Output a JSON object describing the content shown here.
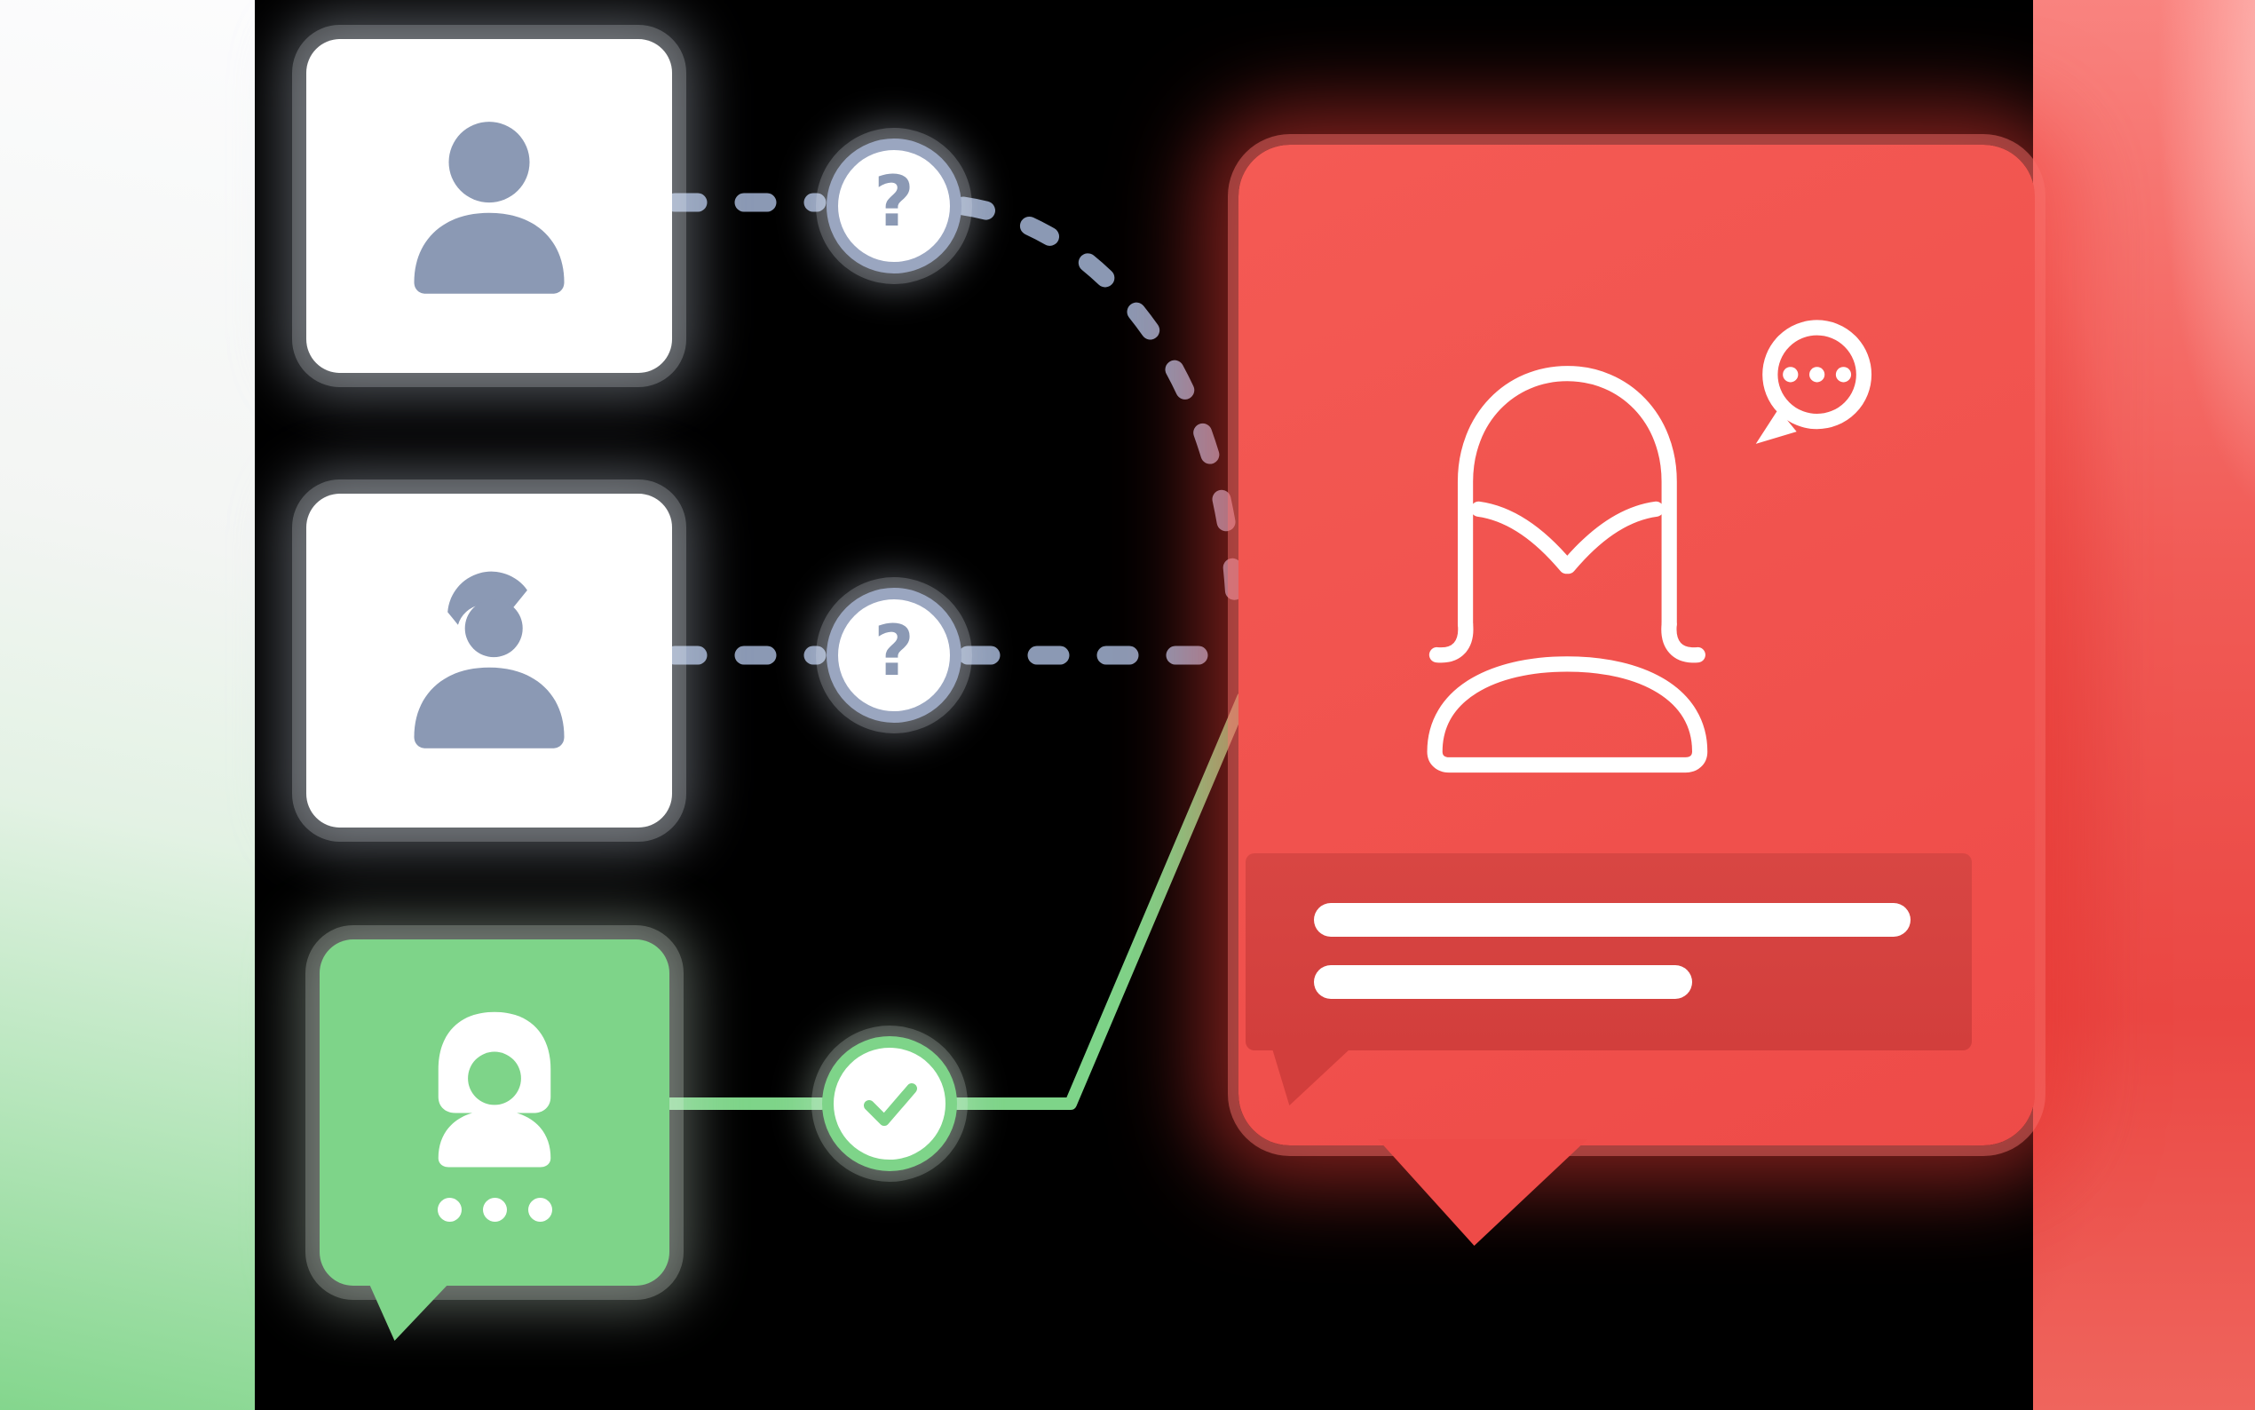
{
  "diagram": {
    "title": "persona-identification-illustration",
    "candidates": [
      {
        "id": 1,
        "icon": "male-user-icon",
        "status": "unknown",
        "status_label": "?"
      },
      {
        "id": 2,
        "icon": "male-user-alt-icon",
        "status": "unknown",
        "status_label": "?"
      },
      {
        "id": 3,
        "icon": "female-user-chat-icon",
        "status": "confirmed",
        "status_icon": "checkmark-icon",
        "typing_dots": 3
      }
    ],
    "result_bubble": {
      "icon": "female-avatar-outline-icon",
      "mini_bubble_icon": "typing-dots-icon",
      "mini_bubble_dots": 3,
      "text_placeholder_lines": 2
    }
  },
  "colors": {
    "background": "#000000",
    "slate_blue": "#8b99b4",
    "circle_border": "#9aa6c0",
    "card_white": "#ffffff",
    "green": "#7ed489",
    "coral_red": "#f2534e",
    "dark_red": "#d64141",
    "left_strip_green": "#84d68d",
    "right_strip_red": "#ee5752"
  }
}
